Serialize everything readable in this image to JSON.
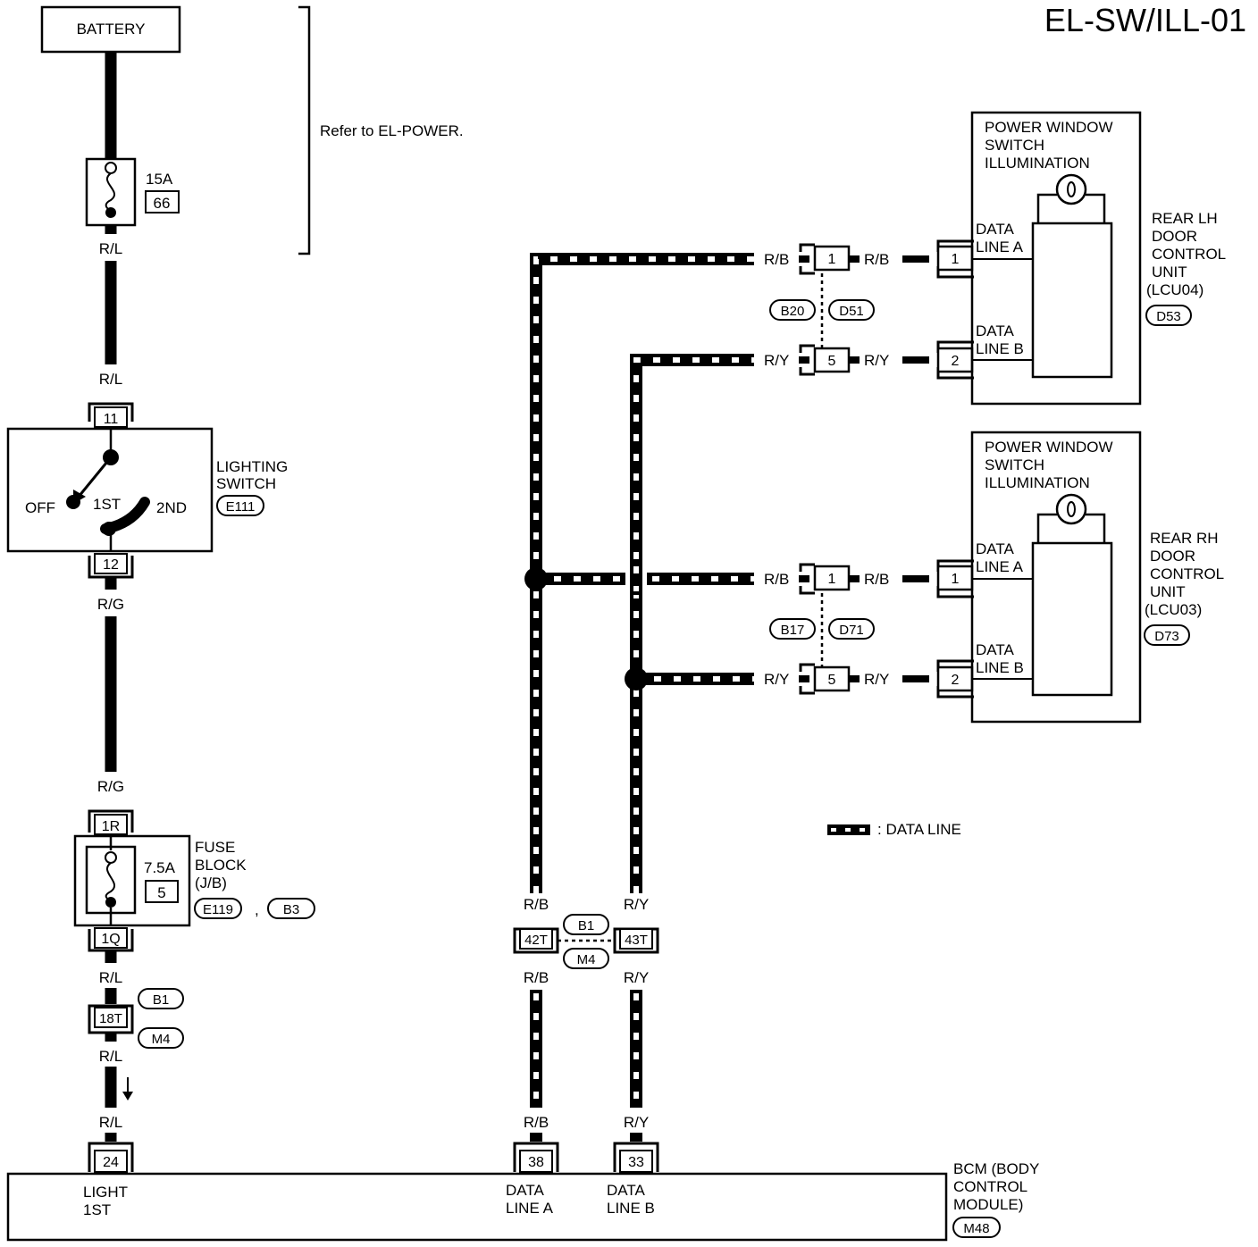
{
  "title": "EL-SW/ILL-01",
  "battery": "BATTERY",
  "refer_note": "Refer to EL-POWER.",
  "fuse_top": {
    "amp": "15A",
    "num": "66"
  },
  "wire": {
    "rl": "R/L",
    "rg": "R/G",
    "rb": "R/B",
    "ry": "R/Y"
  },
  "lighting_switch": {
    "label_1": "LIGHTING",
    "label_2": "SWITCH",
    "code": "E111",
    "pos_off": "OFF",
    "pos_1st": "1ST",
    "pos_2nd": "2ND",
    "pin_in": "11",
    "pin_out": "12"
  },
  "fuse_block": {
    "label_1": "FUSE",
    "label_2": "BLOCK",
    "label_3": "(J/B)",
    "amp": "7.5A",
    "num": "5",
    "pin_in": "1R",
    "pin_out": "1Q",
    "code_1": "E119",
    "sep": ",",
    "code_2": "B3"
  },
  "conn_18t": {
    "pin": "18T",
    "code_1": "B1",
    "code_2": "M4"
  },
  "conn_42_43": {
    "pin_a": "42T",
    "pin_b": "43T",
    "code_1": "B1",
    "code_2": "M4"
  },
  "rear_lh": {
    "pw_1": "POWER WINDOW",
    "pw_2": "SWITCH",
    "pw_3": "ILLUMINATION",
    "name_1": "REAR LH",
    "name_2": "DOOR",
    "name_3": "CONTROL",
    "name_4": "UNIT",
    "name_5": "(LCU04)",
    "code": "D53",
    "data_a_1": "DATA",
    "data_a_2": "LINE A",
    "data_b_1": "DATA",
    "data_b_2": "LINE B",
    "pin_1": "1",
    "pin_2": "2",
    "inline_1": "1",
    "inline_5": "5",
    "conn_1": "B20",
    "conn_2": "D51"
  },
  "rear_rh": {
    "pw_1": "POWER WINDOW",
    "pw_2": "SWITCH",
    "pw_3": "ILLUMINATION",
    "name_1": "REAR RH",
    "name_2": "DOOR",
    "name_3": "CONTROL",
    "name_4": "UNIT",
    "name_5": "(LCU03)",
    "code": "D73",
    "data_a_1": "DATA",
    "data_a_2": "LINE A",
    "data_b_1": "DATA",
    "data_b_2": "LINE B",
    "pin_1": "1",
    "pin_2": "2",
    "inline_1": "1",
    "inline_5": "5",
    "conn_1": "B17",
    "conn_2": "D71"
  },
  "legend": ": DATA LINE",
  "bcm": {
    "name_1": "BCM (BODY",
    "name_2": "CONTROL",
    "name_3": "MODULE)",
    "code": "M48",
    "pin_light": "24",
    "pin_a": "38",
    "pin_b": "33",
    "light_1": "LIGHT",
    "light_2": "1ST",
    "da_1": "DATA",
    "da_2": "LINE A",
    "db_1": "DATA",
    "db_2": "LINE B"
  }
}
